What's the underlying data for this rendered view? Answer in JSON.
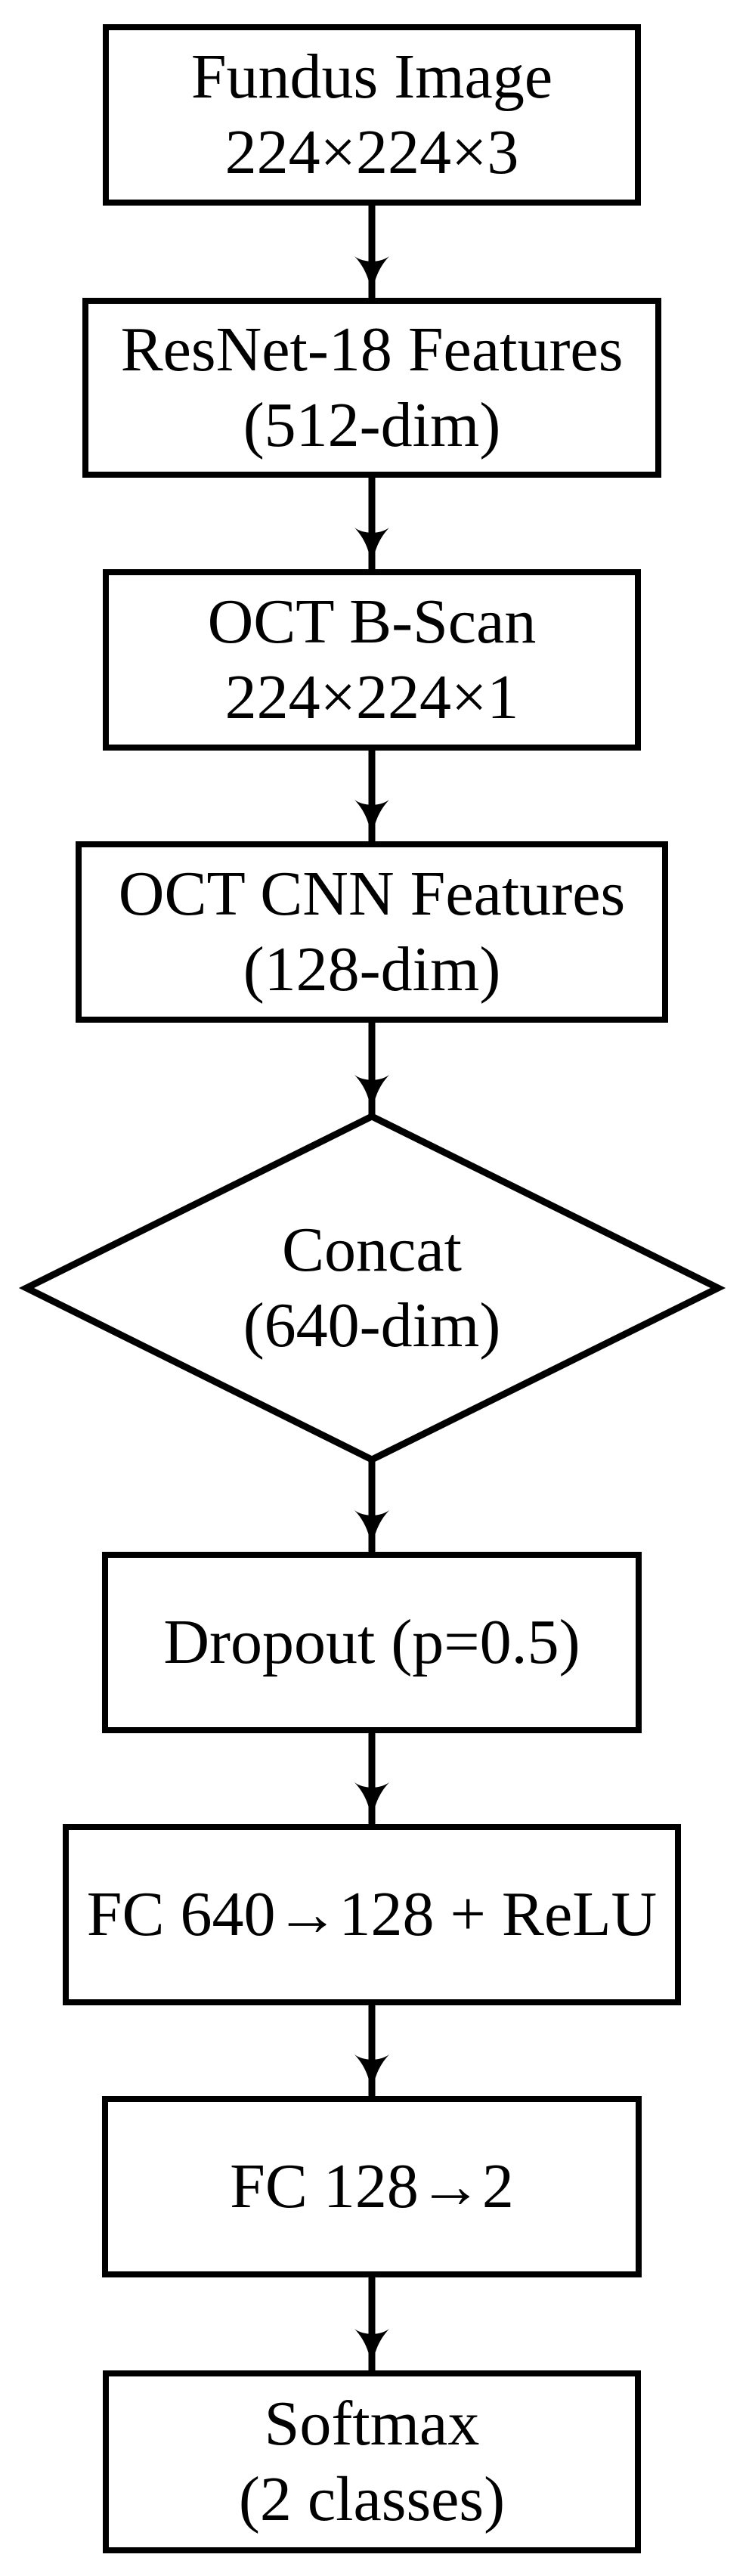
{
  "diagram": {
    "type": "flowchart",
    "colors": {
      "stroke": "#000000",
      "text": "#000000",
      "background": "#ffffff"
    },
    "nodes": [
      {
        "id": "fundus-image",
        "shape": "rectangle",
        "line1": "Fundus Image",
        "line2": "224×224×3"
      },
      {
        "id": "resnet-features",
        "shape": "rectangle",
        "line1": "ResNet-18 Features",
        "line2": "(512-dim)"
      },
      {
        "id": "oct-bscan",
        "shape": "rectangle",
        "line1": "OCT B-Scan",
        "line2": "224×224×1"
      },
      {
        "id": "oct-cnn-features",
        "shape": "rectangle",
        "line1": "OCT CNN Features",
        "line2": "(128-dim)"
      },
      {
        "id": "concat",
        "shape": "diamond",
        "line1": "Concat",
        "line2": "(640-dim)"
      },
      {
        "id": "dropout",
        "shape": "rectangle",
        "line1": "Dropout (p=0.5)"
      },
      {
        "id": "fc-640-128-relu",
        "shape": "rectangle",
        "line1": "FC 640→128 + ReLU"
      },
      {
        "id": "fc-128-2",
        "shape": "rectangle",
        "line1": "FC 128→2"
      },
      {
        "id": "softmax",
        "shape": "rectangle",
        "line1": "Softmax",
        "line2": "(2 classes)"
      }
    ],
    "edges": [
      {
        "from": "fundus-image",
        "to": "resnet-features"
      },
      {
        "from": "resnet-features",
        "to": "oct-bscan"
      },
      {
        "from": "oct-bscan",
        "to": "oct-cnn-features"
      },
      {
        "from": "oct-cnn-features",
        "to": "concat"
      },
      {
        "from": "concat",
        "to": "dropout"
      },
      {
        "from": "dropout",
        "to": "fc-640-128-relu"
      },
      {
        "from": "fc-640-128-relu",
        "to": "fc-128-2"
      },
      {
        "from": "fc-128-2",
        "to": "softmax"
      }
    ]
  }
}
